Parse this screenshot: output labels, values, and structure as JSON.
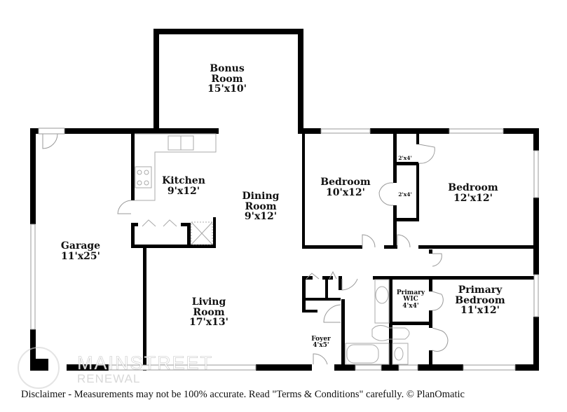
{
  "rooms": {
    "bonus": {
      "name1": "Bonus",
      "name2": "Room",
      "size": "15'x10'"
    },
    "kitchen": {
      "name": "Kitchen",
      "size": "9'x12'"
    },
    "dining": {
      "name1": "Dining",
      "name2": "Room",
      "size": "9'x12'"
    },
    "garage": {
      "name": "Garage",
      "size": "11'x25'"
    },
    "living": {
      "name1": "Living",
      "name2": "Room",
      "size": "17'x13'"
    },
    "bedroom1": {
      "name": "Bedroom",
      "size": "10'x12'"
    },
    "bedroom2": {
      "name": "Bedroom",
      "size": "12'x12'"
    },
    "closet1": {
      "size": "2'x4'"
    },
    "closet2": {
      "size": "2'x4'"
    },
    "primary_bedroom": {
      "name1": "Primary",
      "name2": "Bedroom",
      "size": "11'x12'"
    },
    "primary_wic": {
      "name1": "Primary",
      "name2": "WIC",
      "size": "4'x4'"
    },
    "foyer": {
      "name": "Foyer",
      "size": "4'x5'"
    }
  },
  "watermark": {
    "main": "MAINSTREET",
    "sub": "RENEWAL"
  },
  "disclaimer": "Disclaimer - Measurements may not be 100% accurate. Read \"Terms & Conditions\" carefully. © PlanOmatic",
  "colors": {
    "wall": "#000000",
    "fixture": "#999999",
    "background": "#ffffff"
  }
}
